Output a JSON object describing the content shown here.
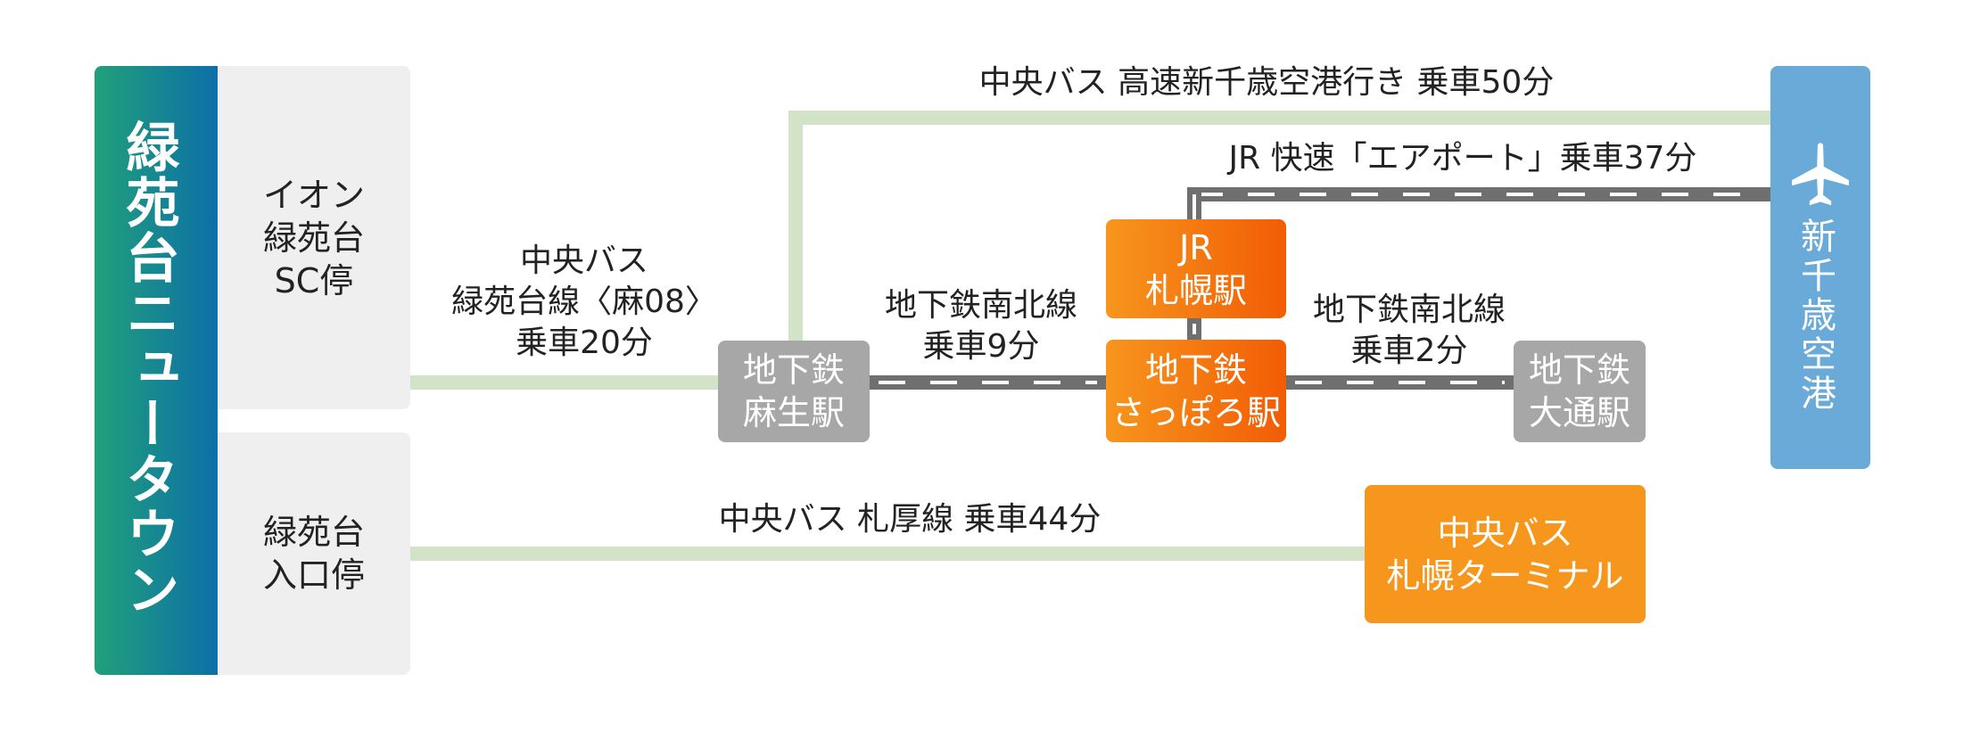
{
  "origin": {
    "label": "緑苑台ニュータウン"
  },
  "stops": {
    "aeon": {
      "label": "イオン\n緑苑台\nSC停"
    },
    "entrance": {
      "label": "緑苑台\n入口停"
    }
  },
  "stations": {
    "asabu": {
      "label": "地下鉄\n麻生駅"
    },
    "jr_sapporo": {
      "label": "JR\n札幌駅"
    },
    "subway_sapporo": {
      "label": "地下鉄\nさっぽろ駅"
    },
    "odori": {
      "label": "地下鉄\n大通駅"
    },
    "bus_terminal": {
      "label": "中央バス\n札幌ターミナル"
    },
    "airport": {
      "label": "新千歳空港"
    }
  },
  "routes": {
    "airport_bus": "中央バス 高速新千歳空港行き 乗車50分",
    "jr_rapid": "JR 快速「エアポート」乗車37分",
    "bus_ryokuendai": "中央バス\n緑苑台線〈麻08〉\n乗車20分",
    "subway_9": "地下鉄南北線\n乗車9分",
    "subway_2": "地下鉄南北線\n乗車2分",
    "bus_sakkou": "中央バス 札厚線 乗車44分"
  },
  "colors": {
    "route_line": "#d3e3c8",
    "rail": "#6f6f6f",
    "station_gray": "#a7a7a7",
    "orange": "#f7961d",
    "orange_dark": "#f25c05",
    "airport": "#6aaad9",
    "origin_start": "#20a07a",
    "origin_end": "#0d6fa8"
  },
  "icons": {
    "airport": "airplane-icon"
  }
}
